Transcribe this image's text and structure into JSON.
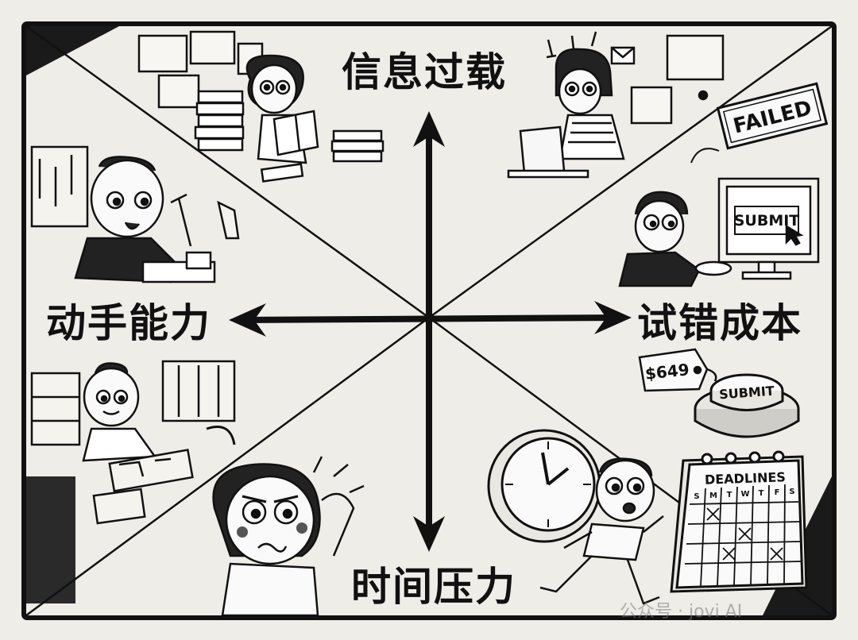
{
  "labels": {
    "top": "信息过载",
    "left": "动手能力",
    "right": "试错成本",
    "bottom": "时间压力"
  },
  "signs": {
    "failed": "FAILED",
    "submit_screen": "SUBMIT",
    "submit_button": "SUBMIT",
    "price_tag": "$649",
    "calendar_title": "DEADLINES",
    "calendar_days": [
      "S",
      "M",
      "T",
      "W",
      "T",
      "F",
      "S"
    ]
  },
  "watermark": "公众号 · jovi AI"
}
